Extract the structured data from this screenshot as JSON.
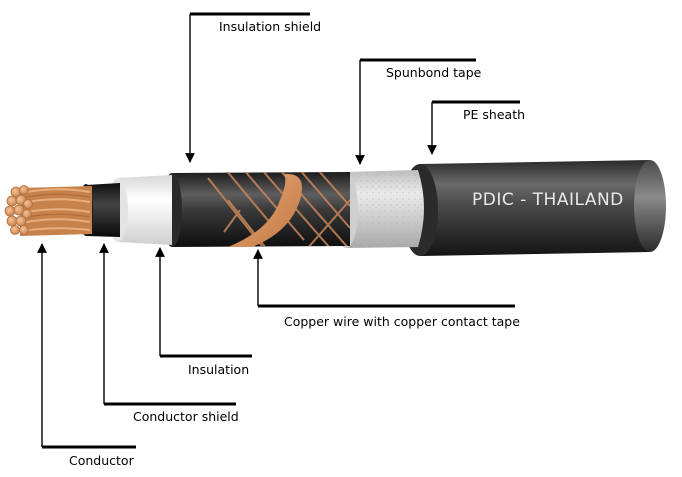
{
  "labels": {
    "insulation_shield": "Insulation shield",
    "spunbond_tape": "Spunbond tape",
    "pe_sheath": "PE sheath",
    "copper_wire": "Copper wire with copper contact tape",
    "insulation": "Insulation",
    "conductor_shield": "Conductor shield",
    "conductor": "Conductor"
  },
  "cable": {
    "print_text": "PDIC - THAILAND"
  },
  "colors": {
    "sheath": "#3f3f3f",
    "copper": "#d9975f",
    "insulation": "#f4f4f4",
    "spunbond": "#d9d9d9",
    "conductor_shield": "#1f1f1f",
    "leader_line": "#000000"
  }
}
